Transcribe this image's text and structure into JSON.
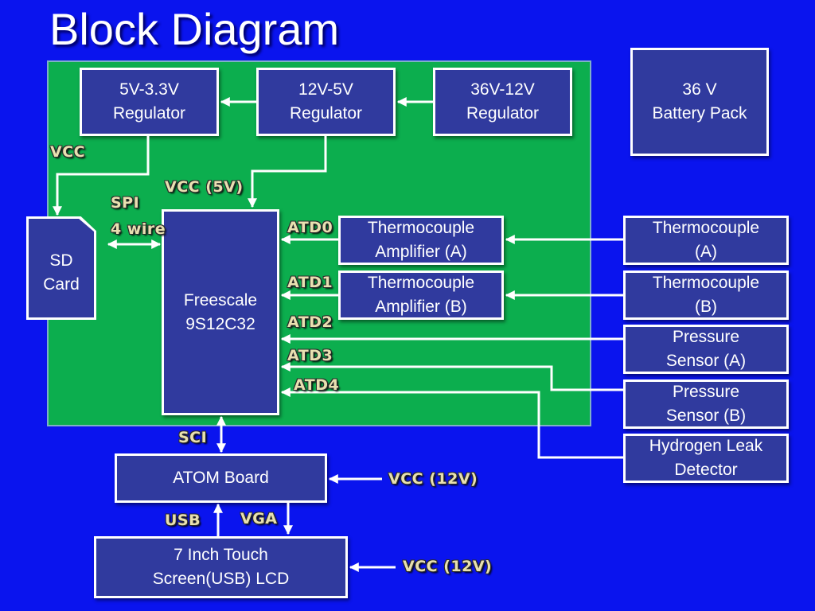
{
  "title": "Block Diagram",
  "blocks": {
    "reg_5v_3v3": "5V-3.3V\nRegulator",
    "reg_12v_5v": "12V-5V\nRegulator",
    "reg_36v_12v": "36V-12V\nRegulator",
    "battery": "36 V\nBattery Pack",
    "sd_card": "SD\nCard",
    "mcu": "Freescale\n9S12C32",
    "amp_a": "Thermocouple\nAmplifier (A)",
    "amp_b": "Thermocouple\nAmplifier (B)",
    "tc_a": "Thermocouple\n(A)",
    "tc_b": "Thermocouple\n(B)",
    "pressure_a": "Pressure\nSensor (A)",
    "pressure_b": "Pressure\nSensor (B)",
    "h2_leak": "Hydrogen Leak\nDetector",
    "atom": "ATOM Board",
    "lcd": "7 Inch Touch\nScreen(USB) LCD"
  },
  "labels": {
    "vcc": "VCC",
    "vcc_5v": "VCC (5V)",
    "spi": "SPI",
    "four_wire": "4 wire",
    "atd0": "ATD0",
    "atd1": "ATD1",
    "atd2": "ATD2",
    "atd3": "ATD3",
    "atd4": "ATD4",
    "sci": "SCI",
    "vcc_12v_atom": "VCC (12V)",
    "usb": "USB",
    "vga": "VGA",
    "vcc_12v_lcd": "VCC (12V)"
  },
  "colors": {
    "background": "#0a14ee",
    "board": "#0cae4e",
    "block": "#303a9e",
    "line": "#ffffff",
    "label_text": "#e8e0b0"
  }
}
